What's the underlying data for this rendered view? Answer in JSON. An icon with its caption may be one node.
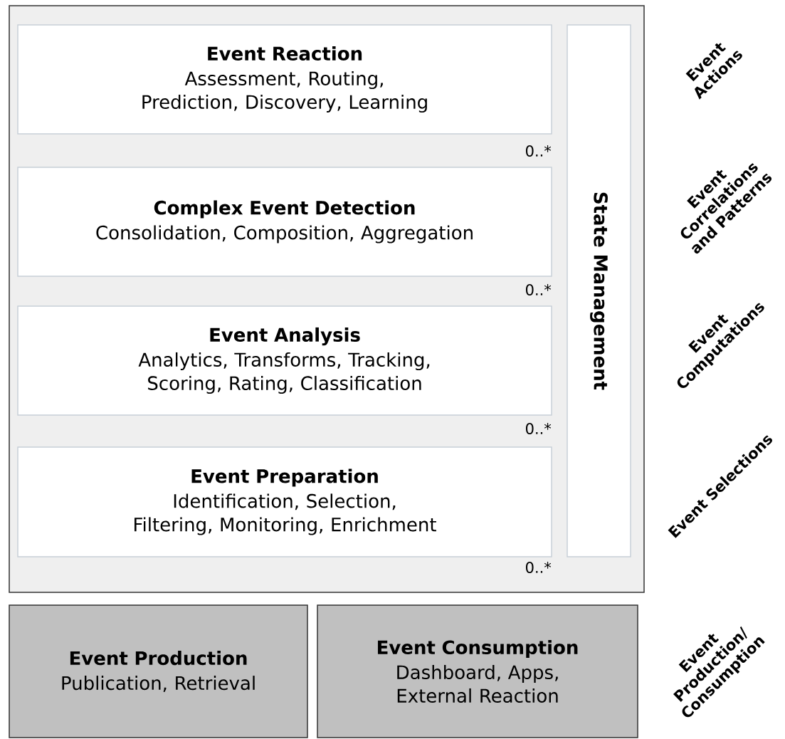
{
  "diagram": {
    "nodes": [
      {
        "text": [],
        "shape": "box"
      },
      {
        "text": [
          "Event Reaction",
          "Assessment, Routing, Prediction, Discovery,  Learning"
        ],
        "in": 0
      },
      {
        "text": [
          "Complex Event Detection",
          "Consolidation, Composition, Aggregation"
        ],
        "in": 0
      },
      {
        "text": [
          "Event Analysis",
          "Analytics, Transforms, Tracking, Scoring, Rating, Classification"
        ],
        "in": 0
      },
      {
        "text": [
          "Event Preparation",
          "Identification, Selection, Filtering, Monitoring, Enrichment"
        ],
        "in": 0
      },
      {
        "text": [
          "State Management"
        ],
        "in": 0
      },
      {
        "text": [
          "Event Production",
          "Publication, Retrieval"
        ]
      },
      {
        "text": [
          "Event Consumption",
          "Dashboard, Apps, External Reaction"
        ]
      }
    ],
    "labels": [
      "Event Actions",
      "0..*",
      "Event Correlations and Patterns",
      "0..*",
      "Event Computations",
      "0..*",
      "Event Selections",
      "0..*",
      "Event Production/ Consumption"
    ]
  }
}
